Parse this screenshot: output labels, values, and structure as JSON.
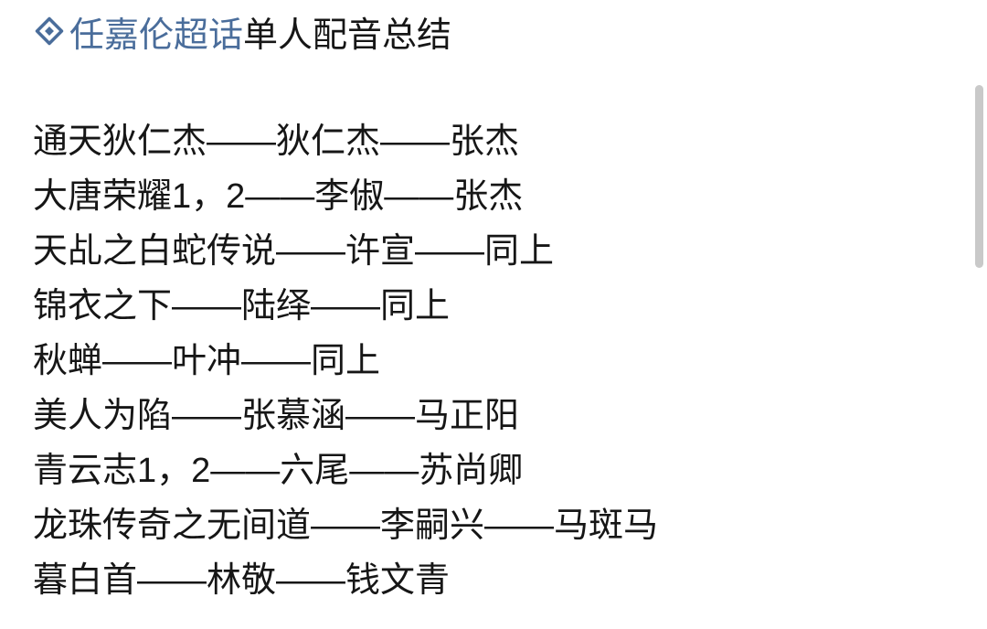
{
  "theme": {
    "bg_color": "#ffffff",
    "text_color": "#161616",
    "link_color": "#4a6d9b",
    "scrollbar_color": "#c9c9c9"
  },
  "header": {
    "supertopic_icon": "supertopic-icon",
    "supertopic_label": "任嘉伦超话",
    "title_suffix": "单人配音总结"
  },
  "list": {
    "items": [
      "通天狄仁杰——狄仁杰——张杰",
      "大唐荣耀1，2——李俶——张杰",
      "天乩之白蛇传说——许宣——同上",
      "锦衣之下——陆绎——同上",
      "秋蝉——叶冲——同上",
      "美人为陷——张慕涵——马正阳",
      "青云志1，2——六尾——苏尚卿",
      "龙珠传奇之无间道——李嗣兴——马斑马",
      "暮白首——林敬——钱文青"
    ]
  }
}
